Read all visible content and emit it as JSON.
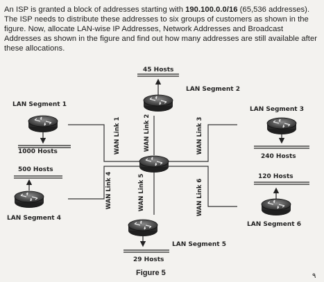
{
  "question": {
    "line1_pre": "An ISP is granted a block of addresses starting with ",
    "block": "190.100.0.0/16",
    "line1_post": " (65,536 addresses). The ISP needs to distribute these addresses to six groups of customers as shown in the figure. Now, allocate LAN-wise IP Addresses, Network Addresses and Broadcast Addresses as shown in the figure and find out how many addresses are still available after these allocations."
  },
  "figure": {
    "caption": "Figure 5",
    "segments": [
      {
        "name": "LAN Segment 1",
        "hosts": "1000 Hosts"
      },
      {
        "name": "LAN Segment 2",
        "hosts": "45 Hosts"
      },
      {
        "name": "LAN Segment 3",
        "hosts": "240 Hosts"
      },
      {
        "name": "LAN Segment 4",
        "hosts": "500 Hosts"
      },
      {
        "name": "LAN Segment 5",
        "hosts": "29 Hosts"
      },
      {
        "name": "LAN Segment 6",
        "hosts": "120 Hosts"
      }
    ],
    "wan_links": [
      "WAN Link 1",
      "WAN Link 2",
      "WAN Link 3",
      "WAN Link 4",
      "WAN Link 5",
      "WAN Link 6"
    ]
  },
  "corner_mark": "۹"
}
